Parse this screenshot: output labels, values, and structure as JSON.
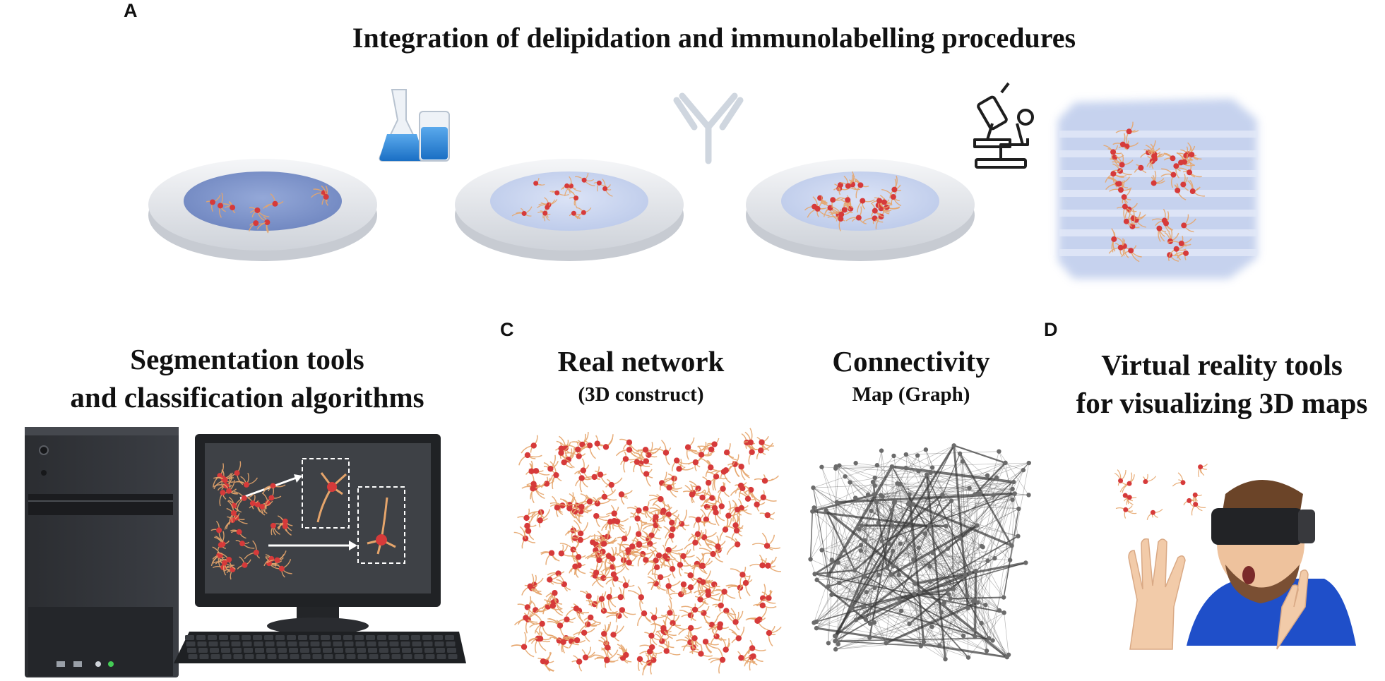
{
  "panels": {
    "a": {
      "letter": "A",
      "title": "Integration of delipidation and immunolabelling procedures"
    },
    "b": {
      "title_line1": "Segmentation tools",
      "title_line2": "and classification algorithms"
    },
    "c": {
      "letter": "C",
      "real_network_title": "Real network",
      "real_network_sub": "(3D construct)",
      "connectivity_title": "Connectivity",
      "connectivity_sub": "Map (Graph)"
    },
    "d": {
      "letter": "D",
      "title_line1": "Virtual reality tools",
      "title_line2": "for visualizing 3D maps"
    }
  },
  "icons": {
    "flasks": "flask-beaker-icon",
    "antibody": "antibody-icon",
    "microscope": "microscope-icon"
  },
  "colors": {
    "dish_rim": "#e6e8ec",
    "dish_well_dark": "#7d93c9",
    "dish_well_light": "#c9d4ef",
    "neuron_body": "#d63a3a",
    "neuron_fiber": "#e6a56b",
    "flask_blue": "#2e86d6",
    "graph_edge": "#3a3a3a"
  }
}
